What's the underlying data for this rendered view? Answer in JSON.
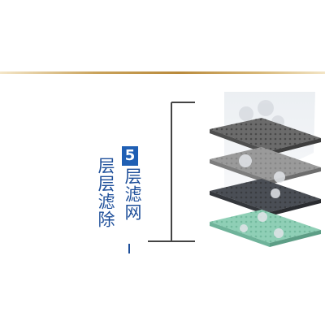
{
  "heading": {
    "number": "5",
    "right_column": "层滤网",
    "left_column": "层层滤除"
  },
  "filter_layers": [
    {
      "color": "#6b6b6b"
    },
    {
      "color": "#9a9a9a"
    },
    {
      "color": "#4a4e55"
    },
    {
      "color": "#8fcfb6"
    }
  ],
  "colors": {
    "accent": "#1e4f9a",
    "badge": "#1f5fb4",
    "gold": "#c9a25a",
    "bracket": "#444444"
  }
}
